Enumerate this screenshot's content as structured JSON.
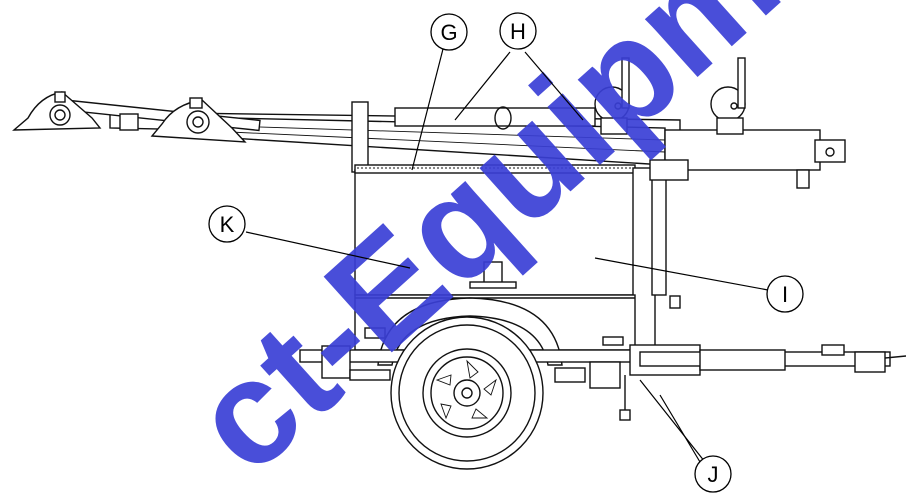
{
  "watermark": {
    "text": "ct-Equipment",
    "color": "#3a3fd6"
  },
  "callouts": [
    {
      "id": "G",
      "label": "G"
    },
    {
      "id": "H",
      "label": "H"
    },
    {
      "id": "K",
      "label": "K"
    },
    {
      "id": "I",
      "label": "I"
    },
    {
      "id": "J",
      "label": "J"
    }
  ],
  "icons": {
    "wheel": "wheel-icon",
    "light-head": "light-head-icon"
  }
}
